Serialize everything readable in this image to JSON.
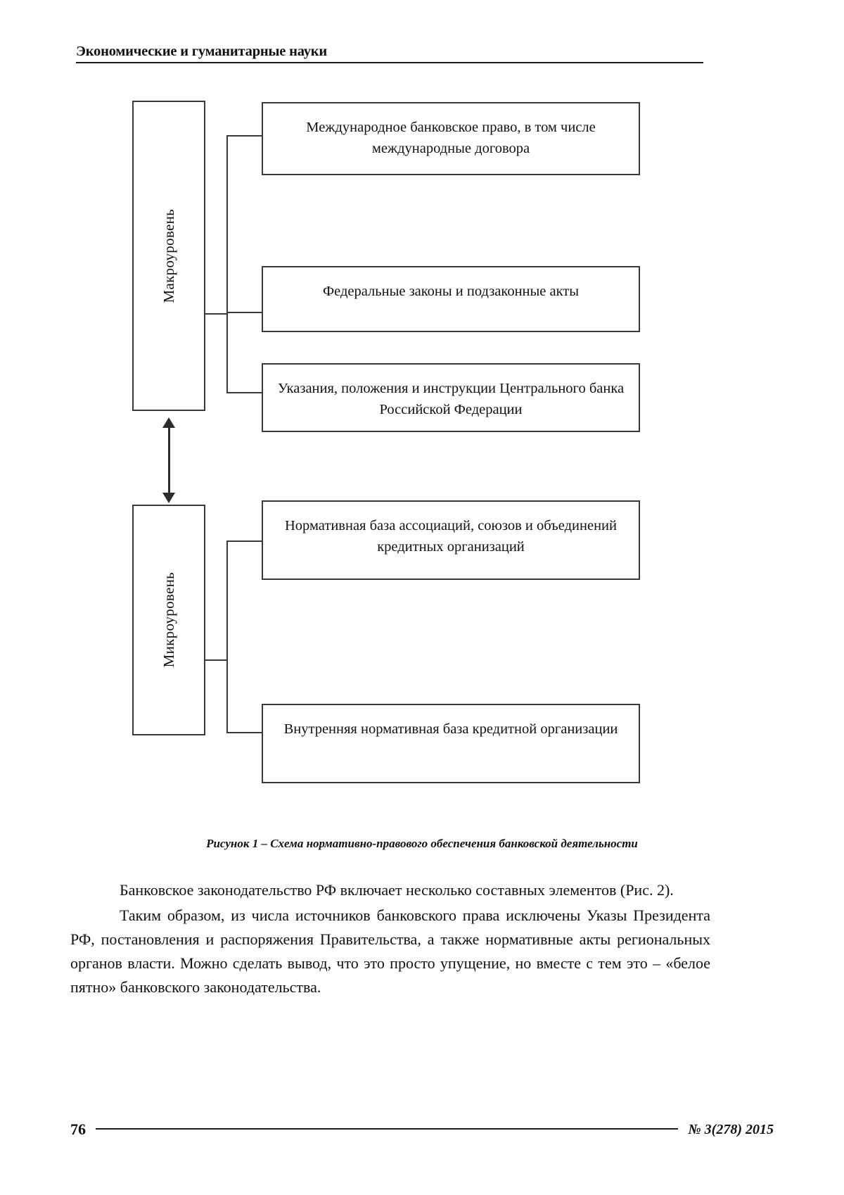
{
  "header": {
    "title": "Экономические и гуманитарные науки"
  },
  "figure": {
    "levels": [
      {
        "id": "macro",
        "label": "Макроуровень"
      },
      {
        "id": "micro",
        "label": "Микроуровень"
      }
    ],
    "boxes": [
      {
        "id": "international",
        "level": "macro",
        "text": "Международное банковское право, в том числе международные договора"
      },
      {
        "id": "federal-laws",
        "level": "macro",
        "text": "Федеральные законы и подзаконные акты"
      },
      {
        "id": "cbr-rules",
        "level": "macro",
        "text": "Указания, положения и инструкции Центрального банка Российской Федерации"
      },
      {
        "id": "associations",
        "level": "micro",
        "text": "Нормативная база ассоциаций, союзов и объединений кредитных организаций"
      },
      {
        "id": "internal",
        "level": "micro",
        "text": "Внутренняя нормативная база кредитной организации"
      }
    ],
    "connector_arrow": "double-headed-vertical-arrow",
    "caption": "Рисунок 1 – Схема нормативно-правового обеспечения банковской деятельности"
  },
  "body": {
    "paragraphs": [
      "Банковское законодательство РФ включает несколько составных элементов (Рис. 2).",
      "Таким образом, из числа источников банковского права исключены Указы Президента РФ, постановления и распоряжения Правительства, а также нормативные акты региональных органов власти. Можно сделать вывод, что это просто упущение, но вместе с тем это – «белое пятно» банковского законодательства."
    ]
  },
  "footer": {
    "page_number": "76",
    "issue": "№ 3(278) 2015"
  }
}
